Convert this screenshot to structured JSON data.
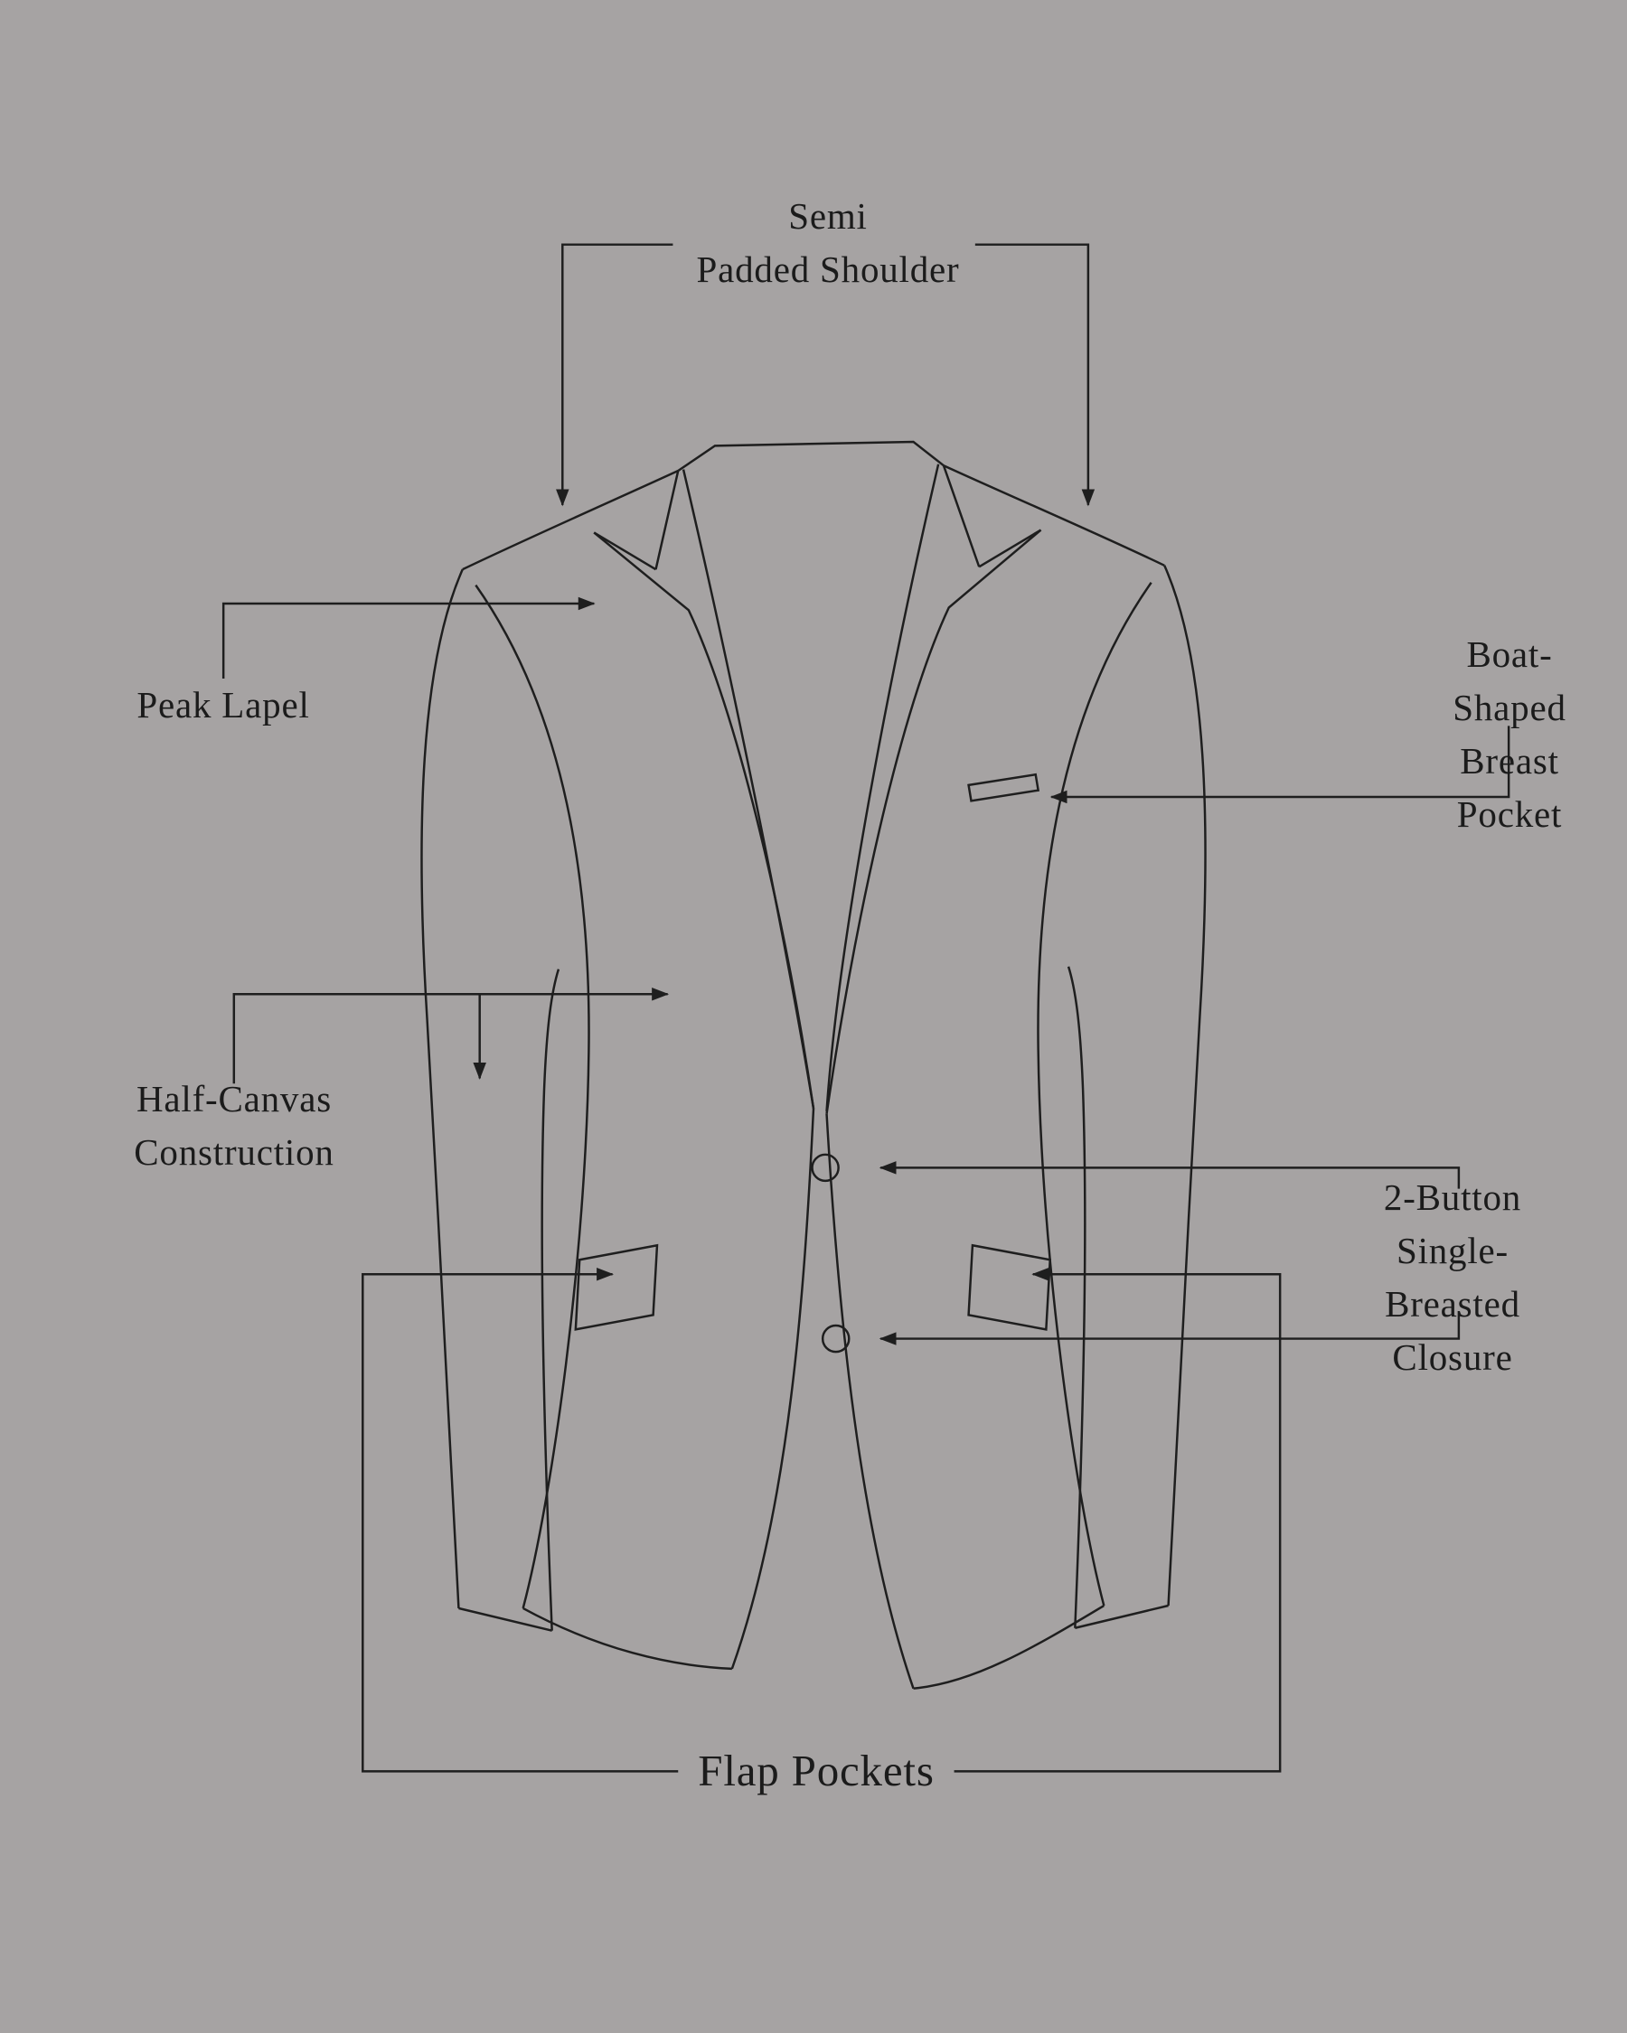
{
  "colors": {
    "background": "#a6a3a3",
    "line": "#1e1e1e",
    "text": "#1b1b1b"
  },
  "diagram": {
    "subject": "suit-jacket-feature-diagram",
    "labels": {
      "shoulder": "Semi\nPadded Shoulder",
      "peak_lapel": "Peak Lapel",
      "breast_pocket": "Boat-Shaped\nBreast Pocket",
      "half_canvas": "Half-Canvas\nConstruction",
      "closure": "2-Button\nSingle-Breasted\nClosure",
      "flap_pockets": "Flap Pockets"
    }
  }
}
